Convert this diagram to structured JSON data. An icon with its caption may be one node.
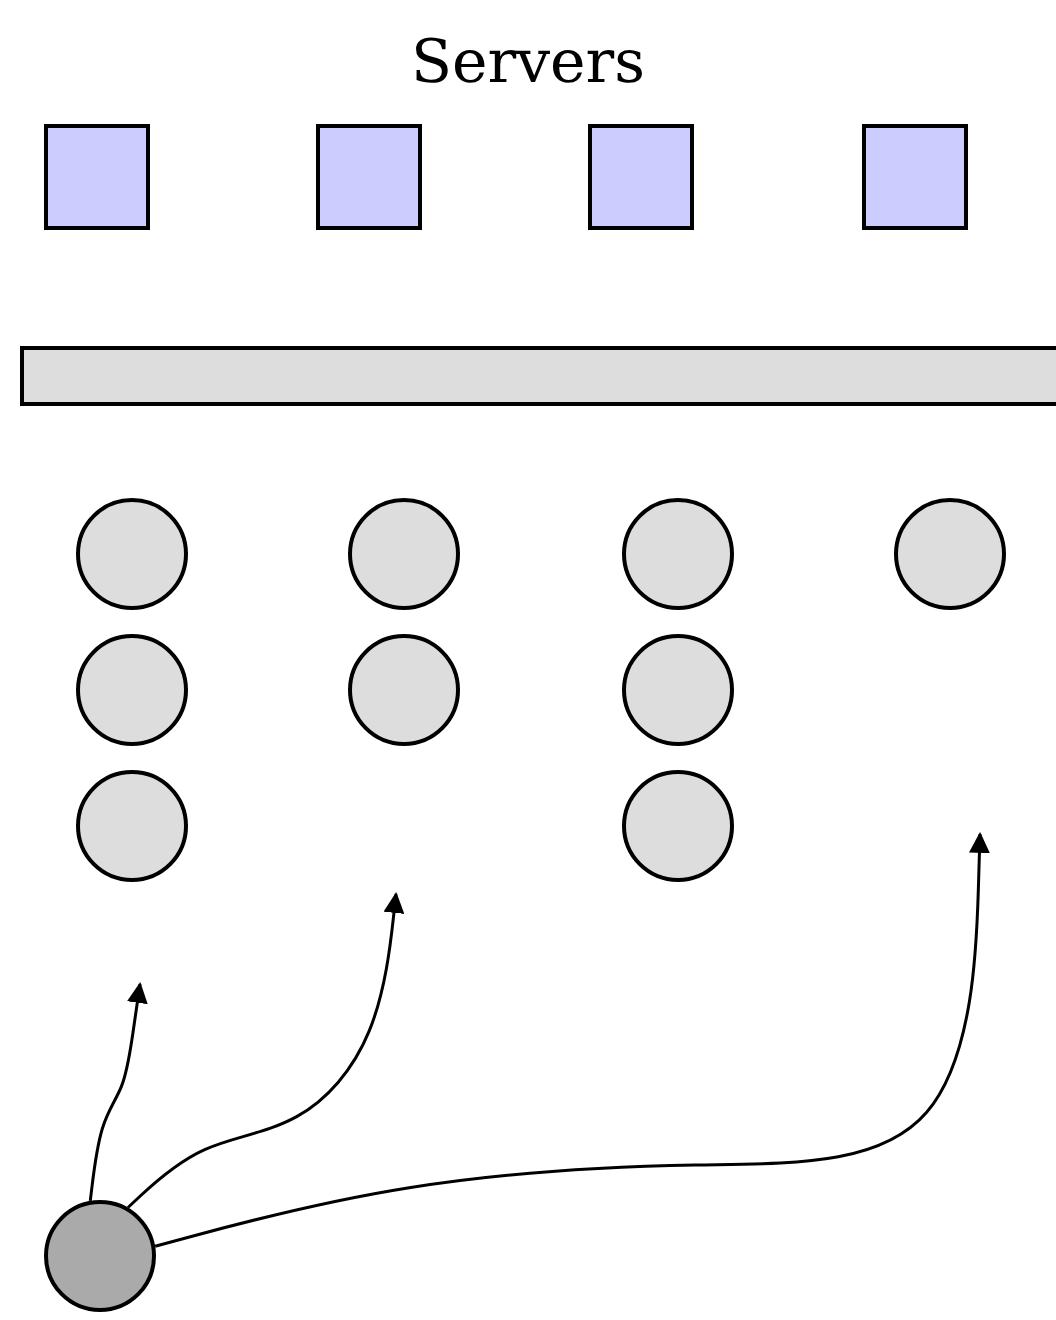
{
  "diagram": {
    "title": "Servers",
    "nodes": [
      {
        "text": [],
        "shape": "box"
      },
      {
        "text": [],
        "shape": "box"
      },
      {
        "text": [],
        "shape": "box"
      },
      {
        "text": [],
        "shape": "box"
      },
      {
        "text": [],
        "shape": "bar"
      },
      {
        "text": [],
        "shape": "circle"
      },
      {
        "text": [],
        "shape": "circle"
      },
      {
        "text": [],
        "shape": "circle"
      },
      {
        "text": [],
        "shape": "circle"
      },
      {
        "text": [],
        "shape": "circle"
      },
      {
        "text": [],
        "shape": "circle"
      },
      {
        "text": [],
        "shape": "circle"
      },
      {
        "text": [],
        "shape": "circle"
      },
      {
        "text": [],
        "shape": "circle"
      },
      {
        "text": [],
        "shape": "circle"
      }
    ],
    "edges": [
      {
        "from": 14,
        "to": null,
        "arrow": "to"
      },
      {
        "from": 14,
        "to": null,
        "arrow": "to"
      },
      {
        "from": 14,
        "to": null,
        "arrow": "to"
      }
    ]
  }
}
